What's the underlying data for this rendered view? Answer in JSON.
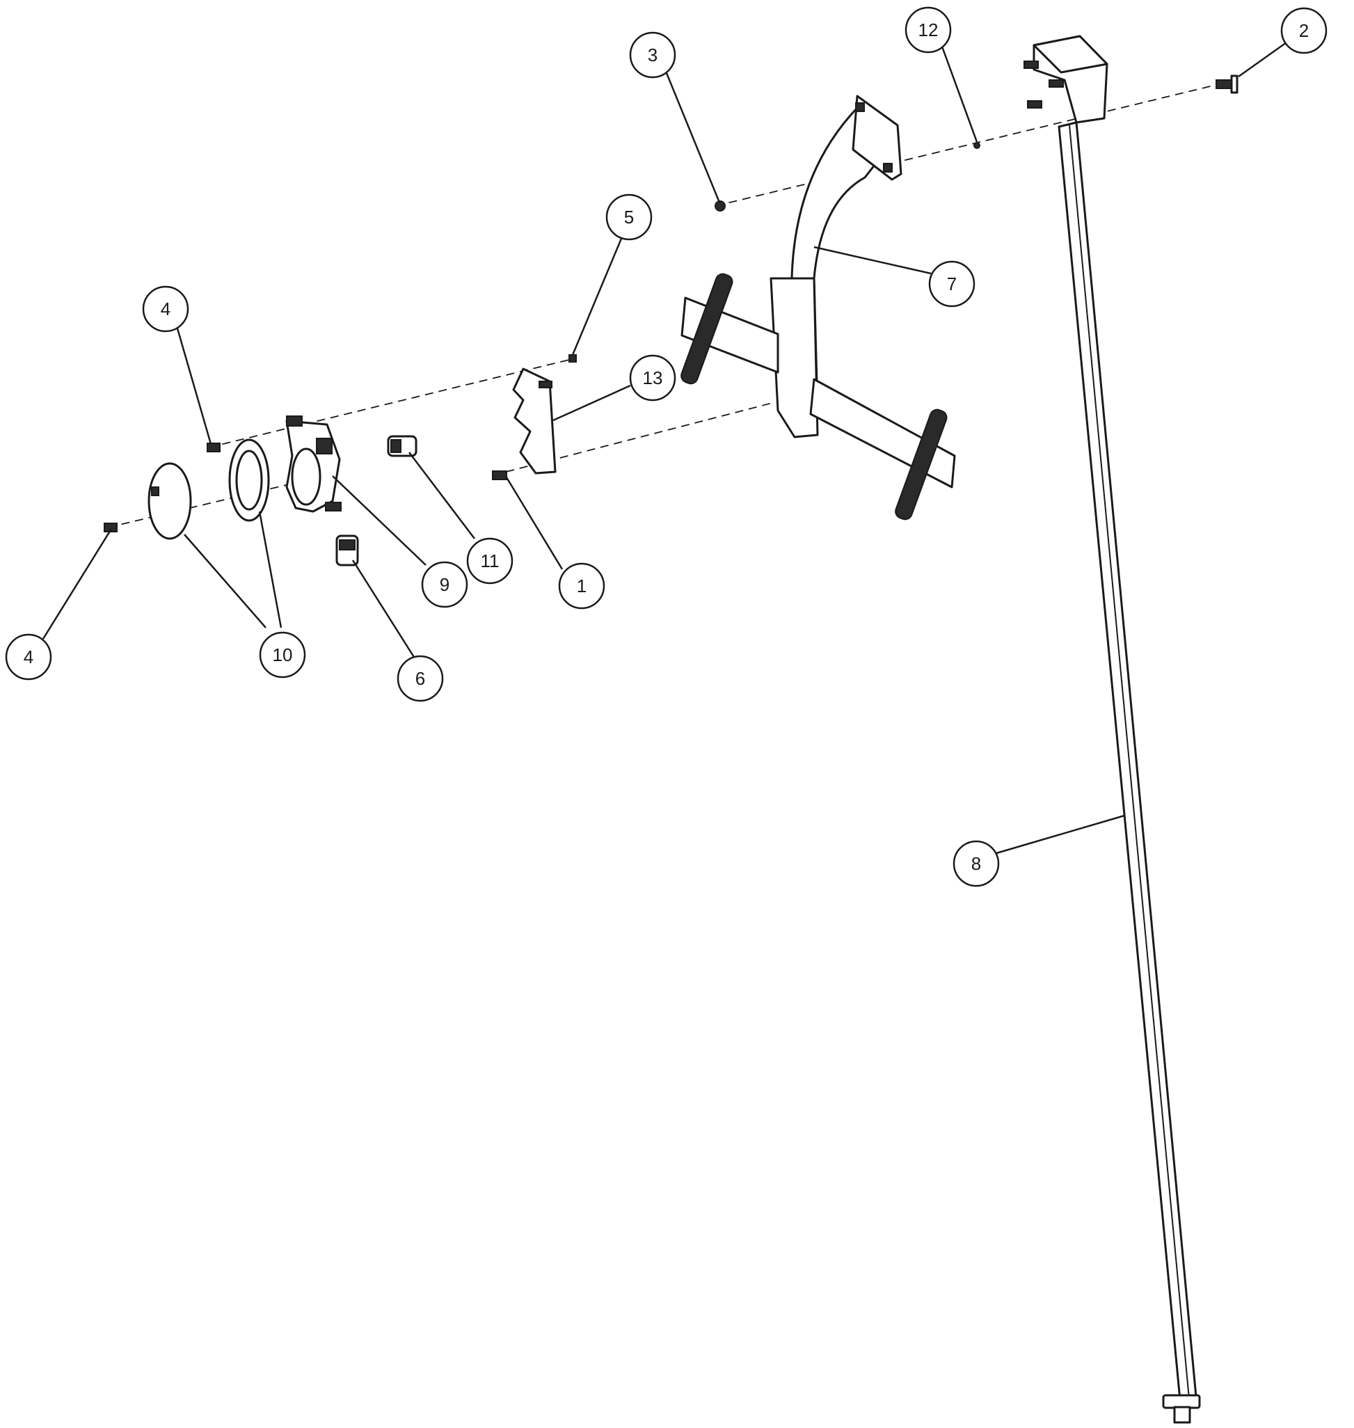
{
  "diagram": {
    "callouts": [
      {
        "id": "c1",
        "label": "1"
      },
      {
        "id": "c2",
        "label": "2"
      },
      {
        "id": "c3",
        "label": "3"
      },
      {
        "id": "c4a",
        "label": "4"
      },
      {
        "id": "c4b",
        "label": "4"
      },
      {
        "id": "c5",
        "label": "5"
      },
      {
        "id": "c6",
        "label": "6"
      },
      {
        "id": "c7",
        "label": "7"
      },
      {
        "id": "c8",
        "label": "8"
      },
      {
        "id": "c9",
        "label": "9"
      },
      {
        "id": "c10",
        "label": "10"
      },
      {
        "id": "c11",
        "label": "11"
      },
      {
        "id": "c12",
        "label": "12"
      },
      {
        "id": "c13",
        "label": "13"
      }
    ]
  }
}
